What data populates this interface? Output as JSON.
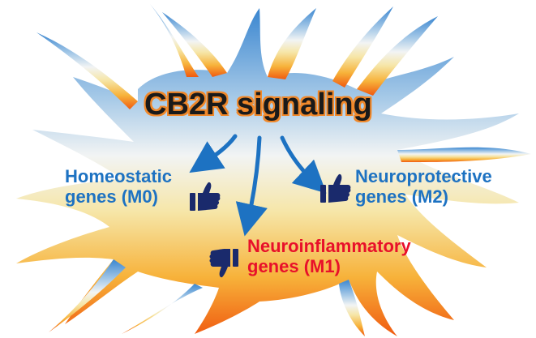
{
  "diagram": {
    "title": "CB2R signaling",
    "nodes": [
      {
        "id": "m0",
        "line1": "Homeostatic",
        "line2": "genes (M0)",
        "effect": "thumbs-up-icon",
        "color": "#1d72c2"
      },
      {
        "id": "m2",
        "line1": "Neuroprotective",
        "line2": "genes (M2)",
        "effect": "thumbs-up-icon",
        "color": "#1d72c2"
      },
      {
        "id": "m1",
        "line1": "Neuroinflammatory",
        "line2": "genes (M1)",
        "effect": "thumbs-down-icon",
        "color": "#e8102a"
      }
    ],
    "edges": [
      {
        "from": "title",
        "to": "m0"
      },
      {
        "from": "title",
        "to": "m1"
      },
      {
        "from": "title",
        "to": "m2"
      }
    ],
    "colors": {
      "arrow": "#1d72c2",
      "thumb": "#1a2a6c",
      "outline": "#f0882a",
      "cell_top": "#3a86d0",
      "cell_bottom": "#f05a10"
    }
  }
}
